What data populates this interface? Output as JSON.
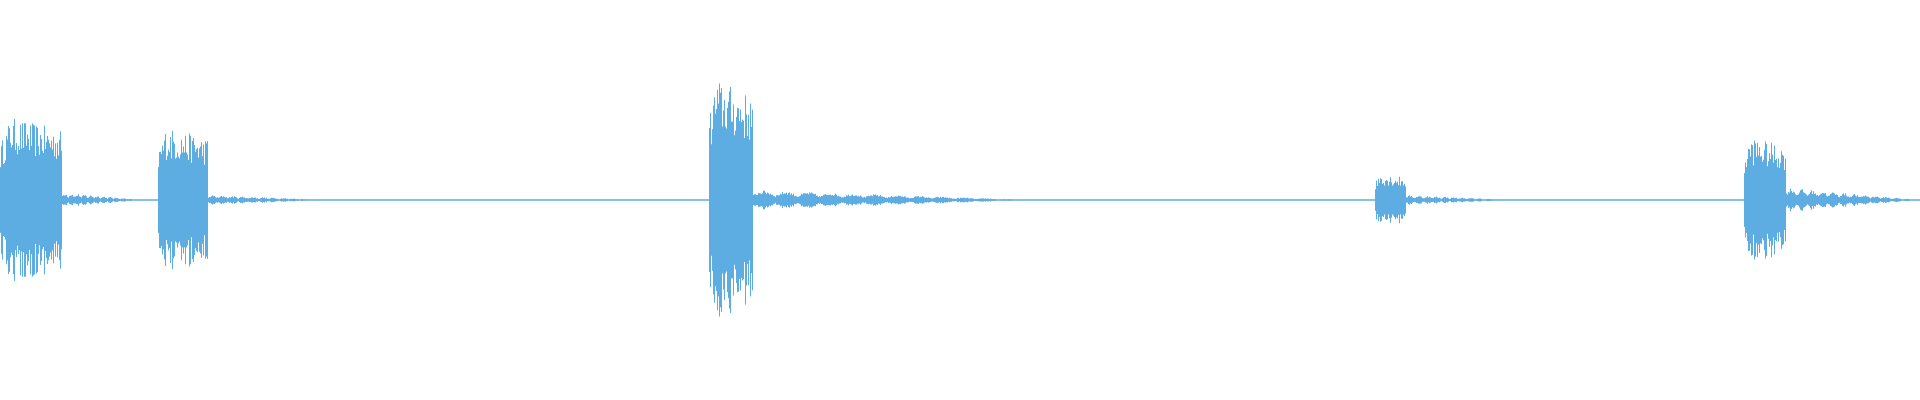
{
  "waveform": {
    "color": "#5dade2",
    "background": "#ffffff",
    "duration_fraction_visible": 1.0,
    "segments": [
      {
        "start": 0.0,
        "end": 0.032,
        "amplitude": 0.68,
        "tail_end": 0.075,
        "tail_amplitude": 0.06
      },
      {
        "start": 0.082,
        "end": 0.108,
        "amplitude": 0.6,
        "tail_end": 0.175,
        "tail_amplitude": 0.04
      },
      {
        "start": 0.369,
        "end": 0.392,
        "amplitude": 1.0,
        "tail_end": 0.54,
        "tail_amplitude": 0.08
      },
      {
        "start": 0.716,
        "end": 0.732,
        "amplitude": 0.22,
        "tail_end": 0.79,
        "tail_amplitude": 0.04
      },
      {
        "start": 0.908,
        "end": 0.93,
        "amplitude": 0.52,
        "tail_end": 1.0,
        "tail_amplitude": 0.1
      }
    ],
    "noise_floor": 0.006
  }
}
